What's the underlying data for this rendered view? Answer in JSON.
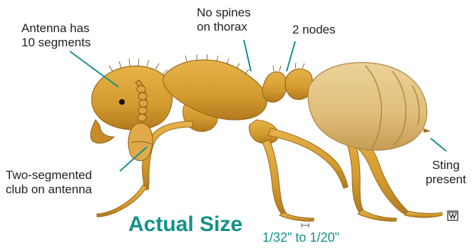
{
  "labels": {
    "antenna_segments": [
      "Antenna has",
      "10 segments"
    ],
    "thorax_spines": [
      "No spines",
      "on thorax"
    ],
    "nodes": "2 nodes",
    "club": [
      "Two-segmented",
      "club on antenna"
    ],
    "sting": [
      "Sting",
      "present"
    ]
  },
  "size": {
    "title": "Actual Size",
    "range": "1/32\" to 1/20\""
  },
  "colors": {
    "body": "#d9a235",
    "body_dark": "#a8741c",
    "gaster": "#e3c27e",
    "gaster_dark": "#b98f46",
    "leader_line": "#12918a",
    "size_text": "#12918a"
  }
}
